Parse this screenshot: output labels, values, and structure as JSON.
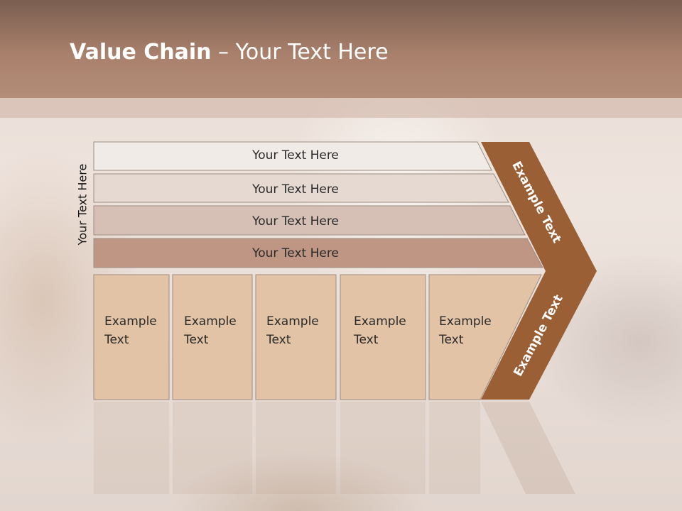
{
  "slide": {
    "title_bold": "Value Chain",
    "title_rest": " – Your Text Here",
    "side_label": "Your Text Here"
  },
  "bars": [
    {
      "label": "Your Text Here",
      "fill": "#f1ebe8"
    },
    {
      "label": "Your Text Here",
      "fill": "#e6d9d1"
    },
    {
      "label": "Your Text Here",
      "fill": "#d6c0b5"
    },
    {
      "label": "Your Text Here",
      "fill": "#bf9584"
    }
  ],
  "cells": [
    {
      "line1": "Example",
      "line2": "Text"
    },
    {
      "line1": "Example",
      "line2": "Text"
    },
    {
      "line1": "Example",
      "line2": "Text"
    },
    {
      "line1": "Example",
      "line2": "Text"
    },
    {
      "line1": "Example",
      "line2": "Text"
    }
  ],
  "chevron": {
    "upper_label": "Example Text",
    "lower_label": "Example Text",
    "color": "#9a5f34"
  },
  "colors": {
    "cell_fill": "#e2c3a5",
    "cell_border": "#9e8e82",
    "header_top": "#7a5e51",
    "header_bottom": "#b48d79"
  }
}
